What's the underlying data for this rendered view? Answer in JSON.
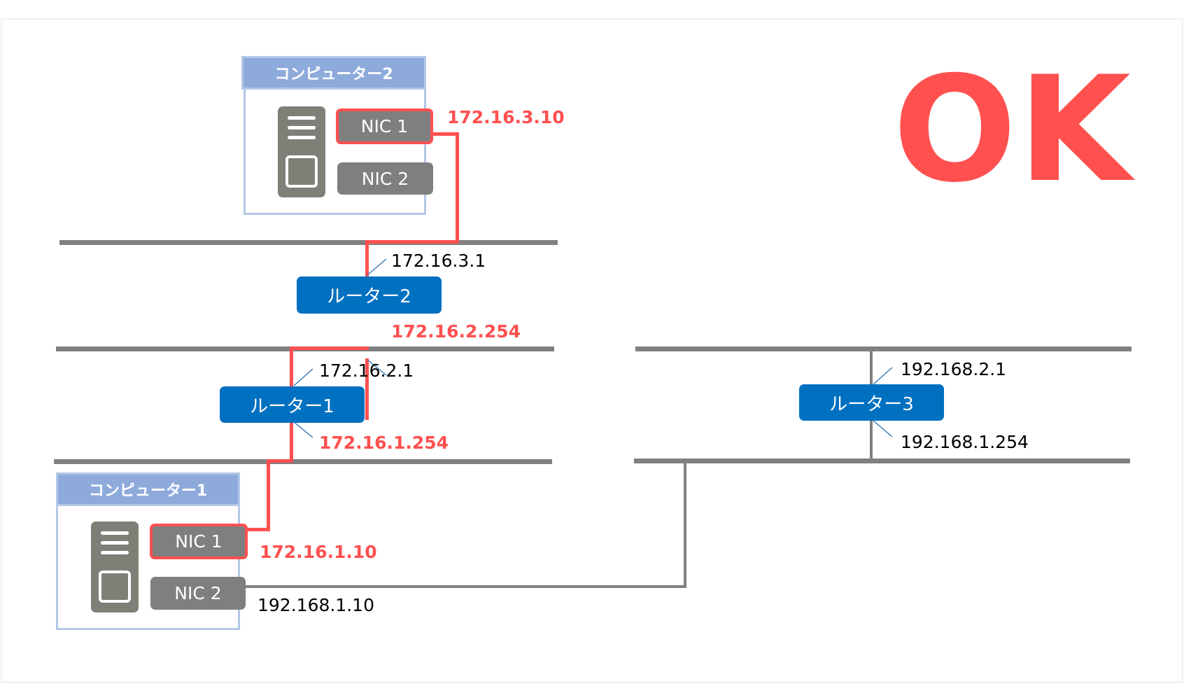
{
  "status_label": "OK",
  "colors": {
    "highlight": "#ff5050",
    "router": "#0070c0",
    "network_line": "#808080",
    "computer_header": "#8eaadb",
    "nic": "#7f7f7f"
  },
  "computers": [
    {
      "id": "computer-2",
      "title": "コンピューター2",
      "nics": [
        {
          "label": "NIC 1",
          "ip": "172.16.3.10",
          "active": true
        },
        {
          "label": "NIC 2",
          "ip": "",
          "active": false
        }
      ]
    },
    {
      "id": "computer-1",
      "title": "コンピューター1",
      "nics": [
        {
          "label": "NIC 1",
          "ip": "172.16.1.10",
          "active": true
        },
        {
          "label": "NIC 2",
          "ip": "192.168.1.10",
          "active": false
        }
      ]
    }
  ],
  "routers": [
    {
      "id": "router-2",
      "label": "ルーター2",
      "ip_upper": "172.16.3.1",
      "ip_lower": "172.16.2.254",
      "upper_active": false,
      "lower_active": true
    },
    {
      "id": "router-1",
      "label": "ルーター1",
      "ip_upper": "172.16.2.1",
      "ip_lower": "172.16.1.254",
      "upper_active": false,
      "lower_active": true
    },
    {
      "id": "router-3",
      "label": "ルーター3",
      "ip_upper": "192.168.2.1",
      "ip_lower": "192.168.1.254",
      "upper_active": false,
      "lower_active": false
    }
  ],
  "networks": [
    {
      "id": "net-172-16-3"
    },
    {
      "id": "net-172-16-2"
    },
    {
      "id": "net-172-16-1"
    },
    {
      "id": "net-192-168-2"
    },
    {
      "id": "net-192-168-1"
    }
  ]
}
